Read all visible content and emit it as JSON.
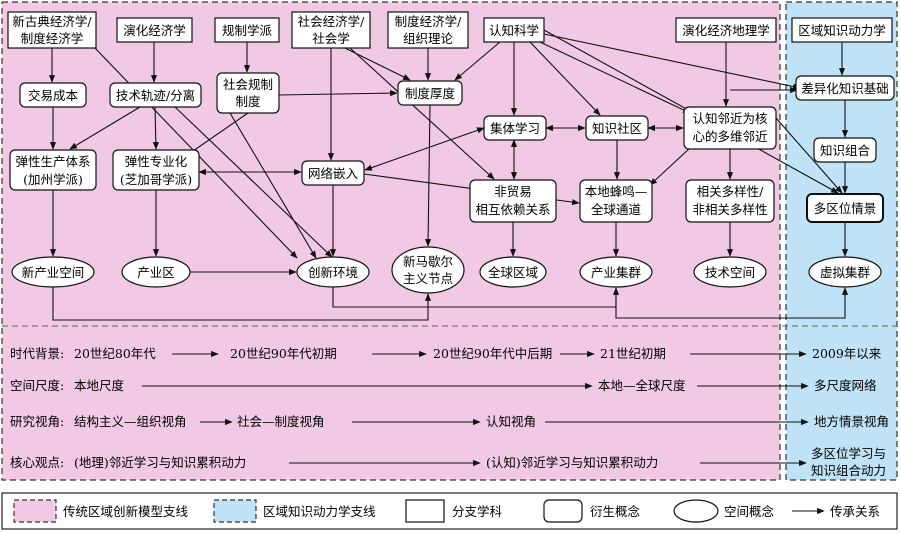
{
  "colors": {
    "pink_panel": "#f2c9e4",
    "blue_panel": "#bfe2f7",
    "border": "#222222"
  },
  "disciplines": {
    "neoclassical": [
      "新古典经济学/",
      "制度经济学"
    ],
    "evolutionary": [
      "演化经济学"
    ],
    "regulation": [
      "规制学派"
    ],
    "socioeconomics": [
      "社会经济学/",
      "社会学"
    ],
    "institutional": [
      "制度经济学/",
      "组织理论"
    ],
    "cognitive": [
      "认知科学"
    ],
    "evo_geography": [
      "演化经济地理学"
    ],
    "knowledge_dynamics": [
      "区域知识动力学"
    ]
  },
  "concepts": {
    "transaction_cost": [
      "交易成本"
    ],
    "tech_trajectory": [
      "技术轨迹/分离"
    ],
    "social_regulation": [
      "社会规制",
      "制度"
    ],
    "institutional_thickness": [
      "制度厚度"
    ],
    "collective_learning": [
      "集体学习"
    ],
    "knowledge_community": [
      "知识社区"
    ],
    "cognitive_proximity": [
      "认知邻近为核",
      "心的多维邻近"
    ],
    "differentiated_base": [
      "差异化知识基础"
    ],
    "flex_production": [
      "弹性生产体系",
      "(加州学派)"
    ],
    "flex_specialization": [
      "弹性专业化",
      "(芝加哥学派)"
    ],
    "network_embedding": [
      "网络嵌入"
    ],
    "untraded_interdependence": [
      "非贸易",
      "相互依赖关系"
    ],
    "local_buzz": [
      "本地蜂鸣—",
      "全球通道"
    ],
    "related_variety": [
      "相关多样性/",
      "非相关多样性"
    ],
    "knowledge_combination": [
      "知识组合"
    ],
    "multi_location": [
      "多区位情景"
    ]
  },
  "spaces": {
    "new_industrial": [
      "新产业空间"
    ],
    "industrial_district": [
      "产业区"
    ],
    "innovative_milieu": [
      "创新环境"
    ],
    "neo_marshallian": [
      "新马歇尔",
      "主义节点"
    ],
    "global_region": [
      "全球区域"
    ],
    "industrial_cluster": [
      "产业集群"
    ],
    "tech_space": [
      "技术空间"
    ],
    "virtual_cluster": [
      "虚拟集群"
    ]
  },
  "timeline": {
    "era": {
      "label": "时代背景:",
      "items": [
        "20世纪80年代",
        "20世纪90年代初期",
        "20世纪90年代中后期",
        "21世纪初期",
        "2009年以来"
      ]
    },
    "scale": {
      "label": "空间尺度:",
      "items": [
        "本地尺度",
        "本地—全球尺度",
        "多尺度网络"
      ]
    },
    "perspective": {
      "label": "研究视角:",
      "items": [
        "结构主义—组织视角",
        "社会—制度视角",
        "认知视角",
        "地方情景视角"
      ]
    },
    "core": {
      "label": "核心观点:",
      "items": [
        "(地理)邻近学习与知识累积动力",
        "(认知)邻近学习与知识累积动力"
      ],
      "last_item": [
        "多区位学习与",
        "知识组合动力"
      ]
    }
  },
  "legend": {
    "traditional": "传统区域创新模型支线",
    "knowledge": "区域知识动力学支线",
    "discipline": "分支学科",
    "derived": "衍生概念",
    "spatial": "空间概念",
    "inheritance": "传承关系"
  }
}
